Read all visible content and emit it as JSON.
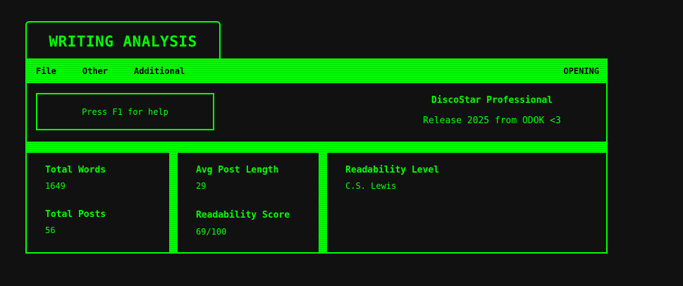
{
  "title": "WRITING ANALYSIS",
  "menu": {
    "items": [
      "File",
      "Other",
      "Additional"
    ],
    "status": "OPENING"
  },
  "help": "Press F1 for help",
  "brand": {
    "name": "DiscoStar Professional",
    "release": "Release 2025 from ODOK <3"
  },
  "stats": {
    "total_words": {
      "label": "Total Words",
      "value": "1649"
    },
    "total_posts": {
      "label": "Total Posts",
      "value": "56"
    },
    "avg_post_length": {
      "label": "Avg Post Length",
      "value": "29"
    },
    "readability_score": {
      "label": "Readability Score",
      "value": "69/100"
    },
    "readability_level": {
      "label": "Readability Level",
      "value": "C.S. Lewis"
    }
  },
  "colors": {
    "accent": "#00ff00",
    "background": "#111111"
  }
}
